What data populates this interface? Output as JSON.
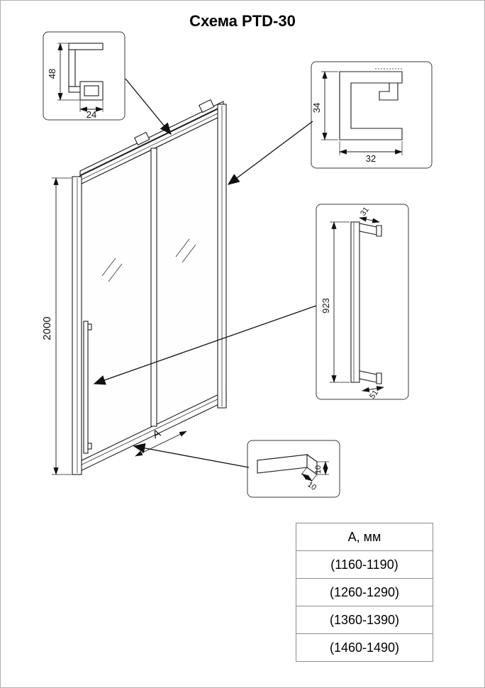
{
  "title": "Схема PTD-30",
  "details": {
    "top_profile": {
      "height": "48",
      "width": "24"
    },
    "wall_profile": {
      "height": "34",
      "width": "32"
    },
    "handle": {
      "top_width": "31",
      "length": "923",
      "bottom_width": "51"
    },
    "bottom_strip": {
      "height": "10",
      "depth": "10"
    }
  },
  "door": {
    "height": "2000",
    "width_label": "А"
  },
  "table": {
    "header": "А, мм",
    "rows": [
      "(1160-1190)",
      "(1260-1290)",
      "(1360-1390)",
      "(1460-1490)"
    ]
  }
}
